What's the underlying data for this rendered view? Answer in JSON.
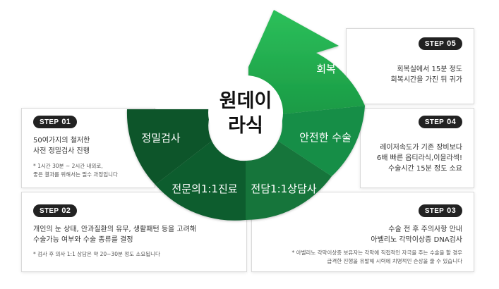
{
  "center_title": {
    "line1": "원데이",
    "line2": "라식"
  },
  "segments": {
    "recovery": "회복",
    "safe_surgery": "안전한 수술",
    "consultation": "전담1:1상담사",
    "doctor": "전문의1:1진료",
    "exam": "정밀검사"
  },
  "steps": [
    {
      "step": "STEP",
      "num": "01",
      "lines": [
        "50여가지의 철저한",
        "사전 정밀검사 진행"
      ],
      "notes": [
        "* 1시간 30분 ~ 2시간 내외로,",
        "좋은 결과를 위해서는 필수 과정입니다"
      ]
    },
    {
      "step": "STEP",
      "num": "02",
      "lines": [
        "개인의 눈 상태, 안과질환의 유무, 생활패턴 등을 고려해",
        "수술가능 여부와 수술 종류를 결정"
      ],
      "notes": [
        "* 검사 후 의사 1:1 상담은 약 20~30분 정도 소요됩니다"
      ]
    },
    {
      "step": "STEP",
      "num": "03",
      "lines": [
        "수술 전 후 주의사항 안내",
        "아벨리노 각막이상증 DNA검사"
      ],
      "notes": [
        "* 아벨리노 각막이상증 보유자는 각막에 직접적인 자극을 주는 수술을 할 경우",
        "급격한 진행을 유발해 시력에 치명적인 손상을 줄 수 있습니다"
      ]
    },
    {
      "step": "STEP",
      "num": "04",
      "lines": [
        "레이저속도가 기존 장비보다",
        "6배 빠른 옵티라식,이을라섹!",
        "수술시간 15분 정도 소요"
      ],
      "notes": []
    },
    {
      "step": "STEP",
      "num": "05",
      "lines": [
        "회복실에서 15분 정도",
        "회복시간을 가진 뒤 귀가"
      ],
      "notes": []
    }
  ],
  "colors": {
    "dark_green": "#0f5a2d",
    "mid_green": "#14843f",
    "light_green": "#22b14c",
    "pill_bg": "#222222"
  }
}
